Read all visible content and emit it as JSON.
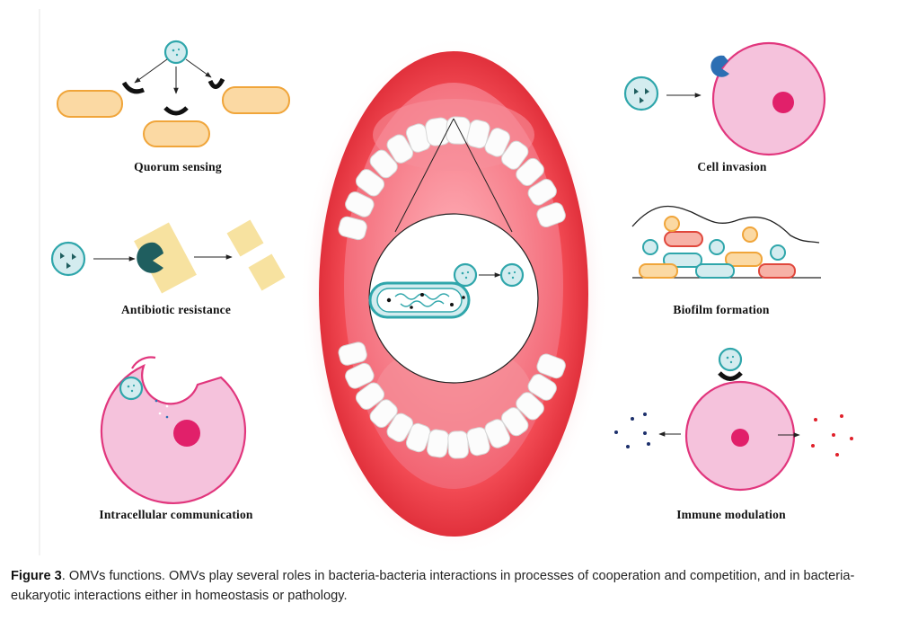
{
  "panels": {
    "quorum_sensing": "Quorum  sensing",
    "antibiotic_resistance": "Antibiotic  resistance",
    "intracellular_communication": "Intracellular  communication",
    "cell_invasion": "Cell invasion",
    "biofilm_formation": "Biofilm formation",
    "immune_modulation": "Immune  modulation"
  },
  "caption": {
    "label": "Figure 3",
    "text": ". OMVs functions. OMVs play several roles in bacteria-bacteria interactions in processes of cooperation and competition, and in bacteria-eukaryotic interactions either in homeostasis or pathology."
  },
  "colors": {
    "omv_fill": "#d3ecef",
    "omv_stroke": "#2fa6ab",
    "bacterium_orange_fill": "#fbd9a3",
    "bacterium_orange_stroke": "#f0a53a",
    "eukaryotic_cell_fill": "#f5c2dc",
    "eukaryotic_cell_stroke": "#e1367d",
    "nucleus": "#e1206a",
    "antibiotic": "#f7e2a0",
    "enzyme": "#1f5e5f",
    "receptor": "#111111",
    "invasion_receptor": "#2c6fb3",
    "mouth_lip": "#e9333e",
    "mouth_inner": "#f47a86"
  }
}
